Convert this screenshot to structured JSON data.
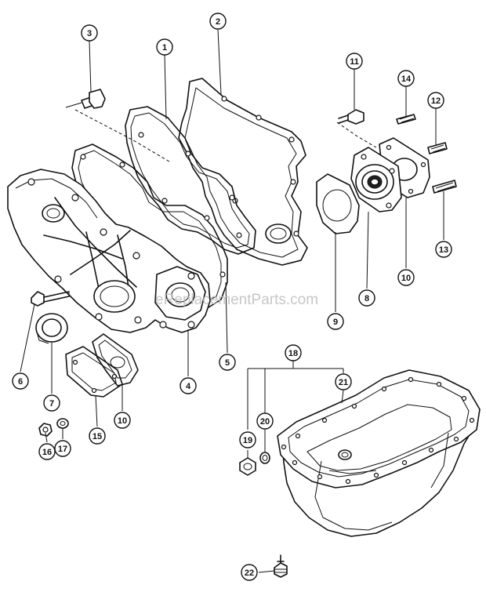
{
  "watermark": "eReplacementParts.com",
  "callouts": [
    {
      "id": "callout-1",
      "label": "1"
    },
    {
      "id": "callout-2",
      "label": "2"
    },
    {
      "id": "callout-3",
      "label": "3"
    },
    {
      "id": "callout-4",
      "label": "4"
    },
    {
      "id": "callout-5",
      "label": "5"
    },
    {
      "id": "callout-6",
      "label": "6"
    },
    {
      "id": "callout-7",
      "label": "7"
    },
    {
      "id": "callout-8",
      "label": "8"
    },
    {
      "id": "callout-9",
      "label": "9"
    },
    {
      "id": "callout-10a",
      "label": "10"
    },
    {
      "id": "callout-10b",
      "label": "10"
    },
    {
      "id": "callout-11",
      "label": "11"
    },
    {
      "id": "callout-12",
      "label": "12"
    },
    {
      "id": "callout-13",
      "label": "13"
    },
    {
      "id": "callout-14",
      "label": "14"
    },
    {
      "id": "callout-15",
      "label": "15"
    },
    {
      "id": "callout-16",
      "label": "16"
    },
    {
      "id": "callout-17",
      "label": "17"
    },
    {
      "id": "callout-18",
      "label": "18"
    },
    {
      "id": "callout-19",
      "label": "19"
    },
    {
      "id": "callout-20",
      "label": "20"
    },
    {
      "id": "callout-21",
      "label": "21"
    },
    {
      "id": "callout-22",
      "label": "22"
    }
  ]
}
